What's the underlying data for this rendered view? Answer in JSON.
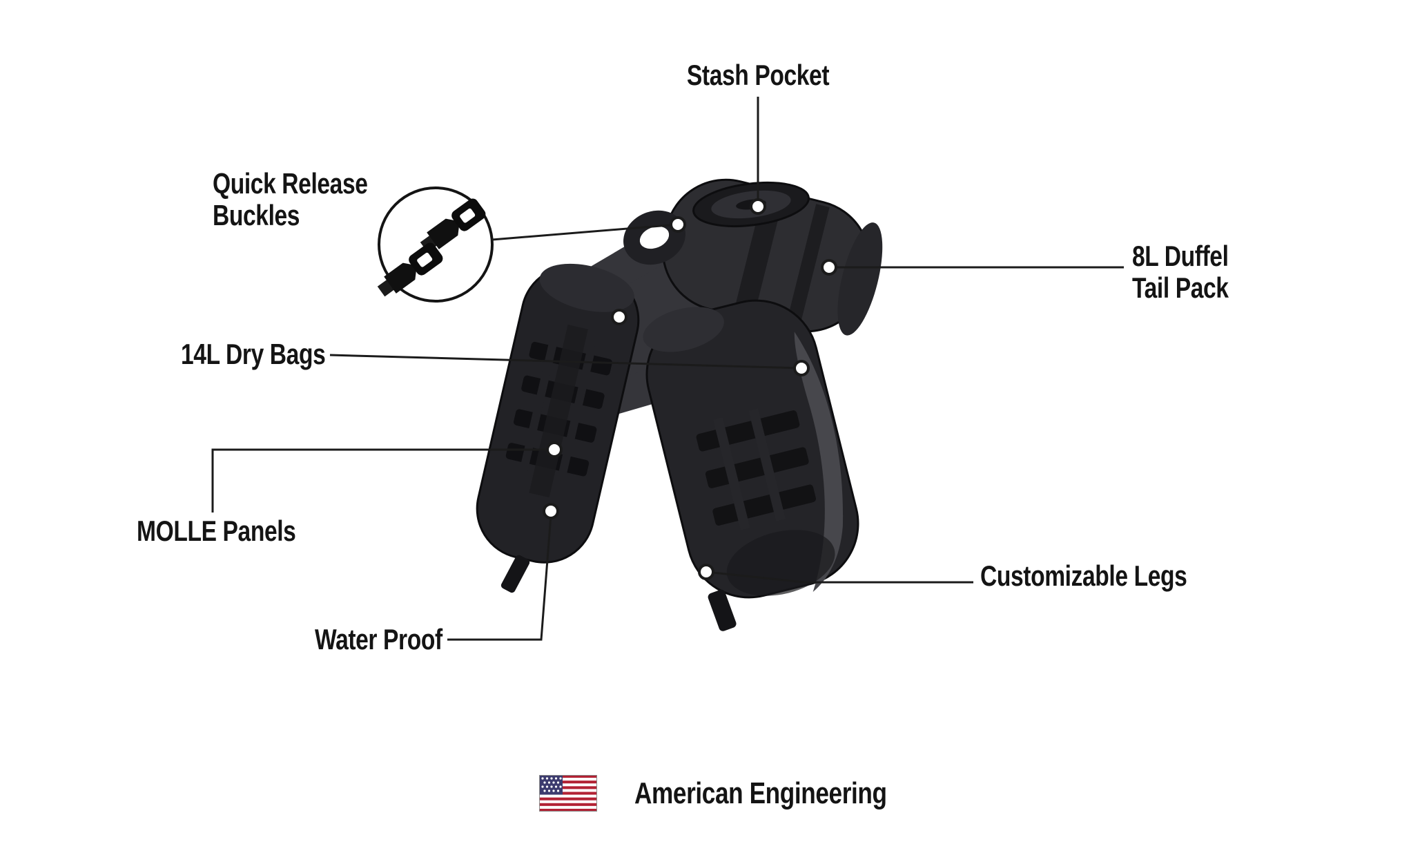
{
  "labels": {
    "stash_pocket": "Stash Pocket",
    "quick_release_buckles": "Quick Release\nBuckles",
    "duffel_tail_pack": "8L Duffel\nTail Pack",
    "dry_bags": "14L Dry Bags",
    "molle_panels": "MOLLE Panels",
    "water_proof": "Water Proof",
    "customizable_legs": "Customizable Legs"
  },
  "footer": {
    "flag_icon": "us-flag-icon",
    "text": "American Engineering"
  },
  "colors": {
    "background": "#ffffff",
    "label_text": "#141414",
    "callout_line": "#1b1b1b",
    "bag_dark": "#1f1f22",
    "bag_mid": "#2c2c30",
    "bag_side_panel": "#47474c",
    "flag_red": "#b22234",
    "flag_blue": "#3c3b6e"
  }
}
